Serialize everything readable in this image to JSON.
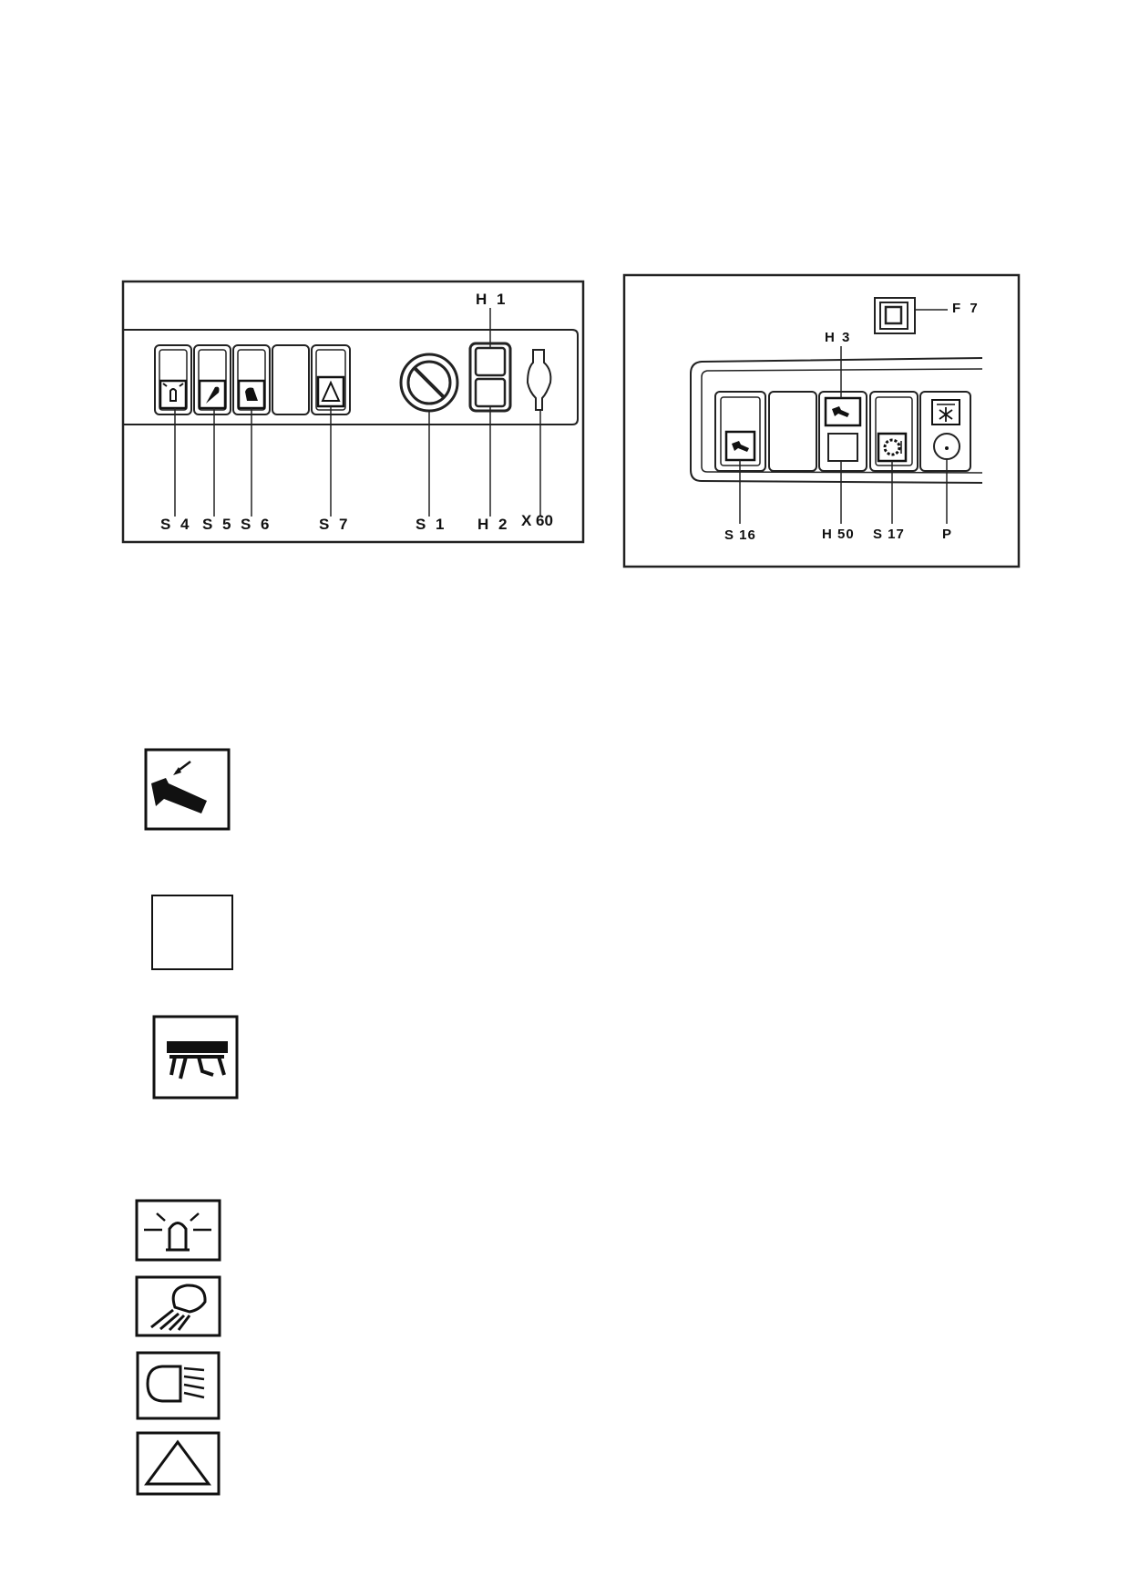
{
  "left_panel": {
    "label_h1": "H 1",
    "label_s4": "S 4",
    "label_s5": "S 5",
    "label_s6": "S 6",
    "label_s7": "S 7",
    "label_s1": "S 1",
    "label_h2": "H 2",
    "label_x60": "X 60"
  },
  "right_panel": {
    "label_f7": "F 7",
    "label_h3": "H 3",
    "label_s16": "S 16",
    "label_h50": "H 50",
    "label_s17": "S 17",
    "label_p": "P"
  },
  "legend_icons": [
    {
      "icon": "hammer-icon"
    },
    {
      "icon": "blank-square-icon"
    },
    {
      "icon": "tray-icon"
    },
    {
      "icon": "beacon-icon"
    },
    {
      "icon": "work-light-icon"
    },
    {
      "icon": "low-beam-icon"
    },
    {
      "icon": "hazard-triangle-icon"
    }
  ]
}
